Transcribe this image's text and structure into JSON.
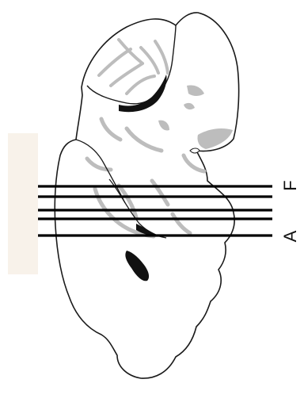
{
  "labels": {
    "top": "F",
    "bottom": "A"
  },
  "colors": {
    "outline": "#1a1a1a",
    "tissue": "#ffffff",
    "gray_structures": "#bdbdbd",
    "dark_structures": "#111111",
    "cut_lines": "#000000",
    "side_bar": "#f8f2ea"
  },
  "section_lines": {
    "count": 5
  }
}
